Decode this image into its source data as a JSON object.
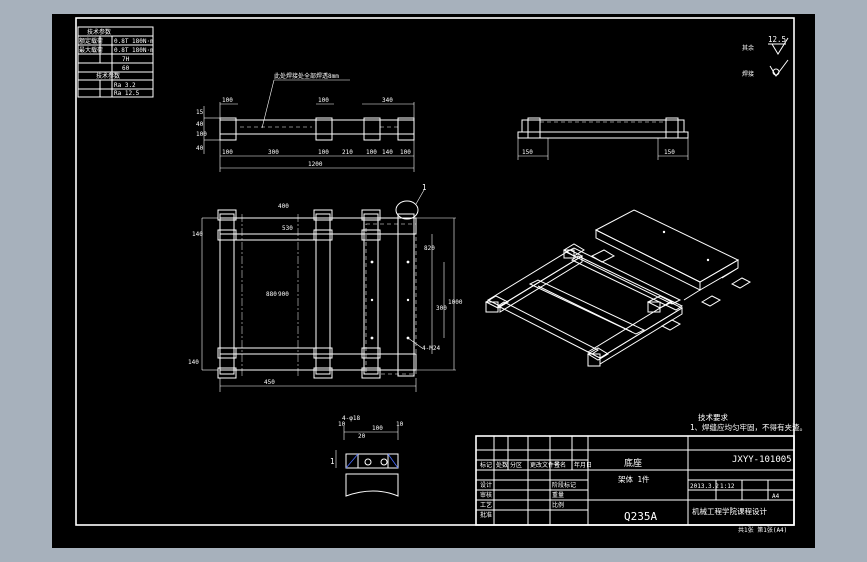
{
  "spec_table": {
    "rows": [
      {
        "k": "额定载荷",
        "v": "0.8T  180N·m"
      },
      {
        "k": "最大载荷",
        "v": "0.8T  180N·m"
      },
      {
        "k": "",
        "v": "7H"
      },
      {
        "k": "",
        "v": "60"
      }
    ],
    "subheader": "技术参数",
    "rows2": [
      {
        "k": "",
        "v": "Ra 3.2"
      },
      {
        "k": "",
        "v": "Ra 12.5"
      }
    ]
  },
  "roughness": {
    "value": "12.5",
    "label1": "其余",
    "label2": "焊接"
  },
  "front_view": {
    "leader_note": "此处焊接处全部焊透8mm",
    "top_dims": [
      "100",
      "100",
      "340"
    ],
    "bottom_dims": [
      "100",
      "300",
      "100",
      "210",
      "100",
      "140",
      "100"
    ],
    "overall": "1200",
    "left_dims": [
      "15",
      "40",
      "100",
      "40"
    ]
  },
  "side_view": {
    "dims": [
      "150",
      "150"
    ]
  },
  "plan_view": {
    "part_no": "1",
    "left_dims": [
      "140",
      "880",
      "900",
      "140"
    ],
    "right_dims": [
      "820",
      "300",
      "1000"
    ],
    "bottom_dims": [
      "450"
    ],
    "hole_note": "4-M24",
    "top_dims": [
      "400",
      "530"
    ]
  },
  "detail_view": {
    "dims": [
      "10",
      "100",
      "20",
      "10"
    ],
    "label": "1",
    "note": "4-φ18"
  },
  "tech_notes": {
    "title": "技术要求",
    "line1": "1、焊缝应均匀牢固，不得有夹渣。"
  },
  "title_block": {
    "drawing_no": "JXYY-101005",
    "name": "底座",
    "sub_name": "架体 1件",
    "material": "Q235A",
    "scale": "1:12",
    "sheets": "共1张 第1张",
    "date": "2013.3.2",
    "school": "机械工程学院课程设计",
    "design_label": "设计",
    "check_label": "审核",
    "process_label": "工艺",
    "approve_label": "批准",
    "mark_labels": [
      "标记",
      "处数",
      "分区",
      "更改文件号",
      "签名",
      "年月日"
    ],
    "stage": "阶段标记",
    "weight": "重量",
    "ratio_label": "比例",
    "format": "A4",
    "footer": "共1张 第1张(A4)"
  }
}
